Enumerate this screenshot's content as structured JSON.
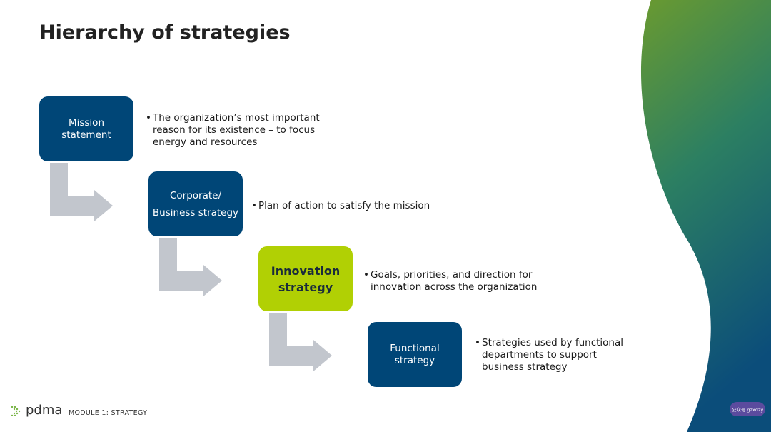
{
  "title": "Hierarchy of strategies",
  "levels": [
    {
      "box_lines": [
        "Mission",
        "statement"
      ],
      "desc_lines": [
        "The organization’s most important",
        "reason for its existence – to focus",
        "energy and resources"
      ]
    },
    {
      "box_lines": [
        "Corporate/",
        "Business strategy"
      ],
      "desc_lines": [
        "Plan of action to satisfy the mission"
      ]
    },
    {
      "box_lines": [
        "Innovation",
        "strategy"
      ],
      "desc_lines": [
        "Goals, priorities, and direction for",
        "innovation across the organization"
      ]
    },
    {
      "box_lines": [
        "Functional",
        "strategy"
      ],
      "desc_lines": [
        "Strategies used by functional",
        "departments to support",
        "business strategy"
      ]
    }
  ],
  "footer": {
    "logo_text": "pdma",
    "logo_icon": "pdma-chevron-logo-icon",
    "module": "MODULE 1:  STRATEGY",
    "badge": "公众号 gzxdzy"
  },
  "colors": {
    "box_blue": "#004677",
    "box_green": "#b1d004",
    "arrow_gray": "#c2c6cd",
    "wave_green": "#6a9a30",
    "wave_blue": "#0b4d7a"
  }
}
